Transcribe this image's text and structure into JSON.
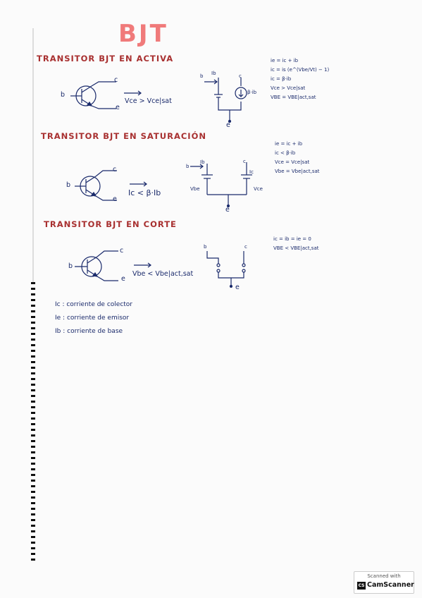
{
  "title": "BJT",
  "sections": [
    {
      "heading": "TRANSITOR BJT EN ACTIVA",
      "condition": "Vce > Vce|sat",
      "terminal_b": "b",
      "terminal_c": "c",
      "terminal_e": "e",
      "model_ib": "Ib",
      "model_source": "β·ib",
      "equations": [
        "ie = ic + ib",
        "ic = is (e^(Vbe/Vt) − 1)",
        "ic = β·ib",
        "Vce > Vce|sat",
        "VBE = VBE|act,sat"
      ]
    },
    {
      "heading": "TRANSITOR BJT EN SATURACIÓN",
      "condition": "Ic < β·Ib",
      "terminal_b": "b",
      "terminal_c": "c",
      "terminal_e": "e",
      "model_ib": "Ib",
      "model_ic": "Ic",
      "model_vbe": "Vbe",
      "model_vce": "Vce",
      "equations": [
        "ie = ic + ib",
        "ic < β·ib",
        "Vce = Vce|sat",
        "Vbe = Vbe|act,sat"
      ]
    },
    {
      "heading": "TRANSITOR BJT EN CORTE",
      "condition": "Vbe < Vbe|act,sat",
      "terminal_b": "b",
      "terminal_c": "c",
      "terminal_e": "e",
      "equations": [
        "ic = ib = ie = 0",
        "VBE < VBE|act,sat"
      ]
    }
  ],
  "definitions": [
    "Ic : corriente de colector",
    "Ie : corriente de emisor",
    "Ib : corriente de base"
  ],
  "badge": {
    "top": "Scanned with",
    "logo": "CS",
    "name": "CamScanner"
  }
}
